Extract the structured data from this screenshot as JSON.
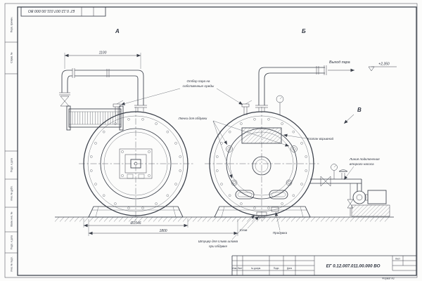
{
  "colors": {
    "line": "#3a3f49",
    "paper": "#fcfcfb"
  },
  "stamp": {
    "doc_number": "ЕГ 0.12.007.011.00.000  ВО",
    "format": "Формат А3",
    "sheet_label": "Лист",
    "header": {
      "izm": "Изм.",
      "list": "Лист",
      "doc": "№ докум.",
      "sign": "Подп.",
      "date": "Дата"
    }
  },
  "margin": {
    "perv": "Перв. примен.",
    "sprav": "Справ. №",
    "podp": "Подп. и дата",
    "inv_dubl": "Инв. № дубл.",
    "vzam": "Взам. инв. №",
    "inv_podl": "Инв. № подл."
  },
  "views": {
    "a": "А",
    "b": "Б",
    "v": "В"
  },
  "dims": {
    "pipe_span": "1100",
    "diameter": "Ø1546",
    "axis_span": "1800",
    "elevation": "+2,350"
  },
  "ann": {
    "steam_out": "Выход пара",
    "own1": "Отбор пара на",
    "own2": "собственные нужды",
    "hatches": "Лючки для обдувки",
    "expl": "Клапан взрывной",
    "pump1": "Линия подключения",
    "pump2": "второго насоса",
    "drain": "Слив",
    "blow": "Продувка",
    "sludge1": "Штуцер для слива шлама",
    "sludge2": "при обдувке"
  }
}
